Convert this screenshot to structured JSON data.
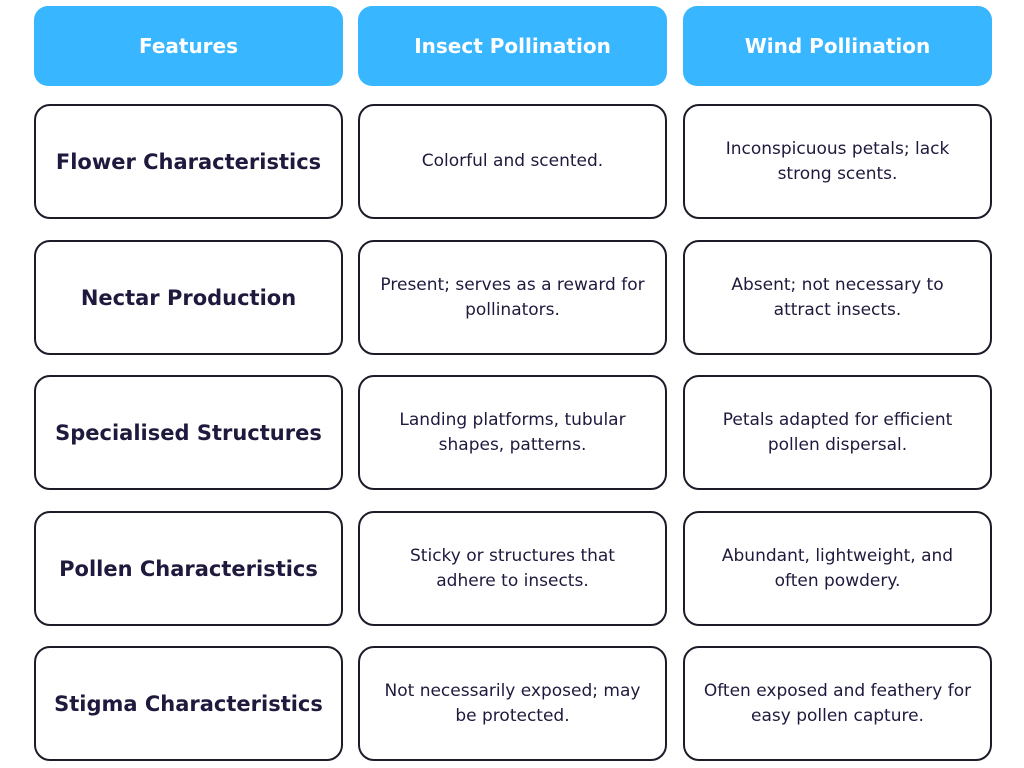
{
  "headers": {
    "features": "Features",
    "insect": "Insect Pollination",
    "wind": "Wind Pollination"
  },
  "rows": [
    {
      "feature": "Flower Characteristics",
      "insect": "Colorful and scented.",
      "wind": "Inconspicuous petals; lack strong scents."
    },
    {
      "feature": "Nectar Production",
      "insect": "Present; serves as a reward for pollinators.",
      "wind": "Absent; not necessary to attract insects."
    },
    {
      "feature": "Specialised Structures",
      "insect": "Landing platforms, tubular shapes, patterns.",
      "wind": "Petals adapted for efficient pollen dispersal."
    },
    {
      "feature": "Pollen Characteristics",
      "insect": "Sticky or structures that adhere to insects.",
      "wind": "Abundant, lightweight, and often powdery."
    },
    {
      "feature": "Stigma Characteristics",
      "insect": "Not necessarily exposed; may be protected.",
      "wind": "Often exposed and feathery for easy pollen capture."
    }
  ],
  "colors": {
    "header_bg": "#38b6ff",
    "header_text": "#ffffff",
    "cell_text": "#1f1a3d",
    "cell_border": "#1c1c28"
  }
}
